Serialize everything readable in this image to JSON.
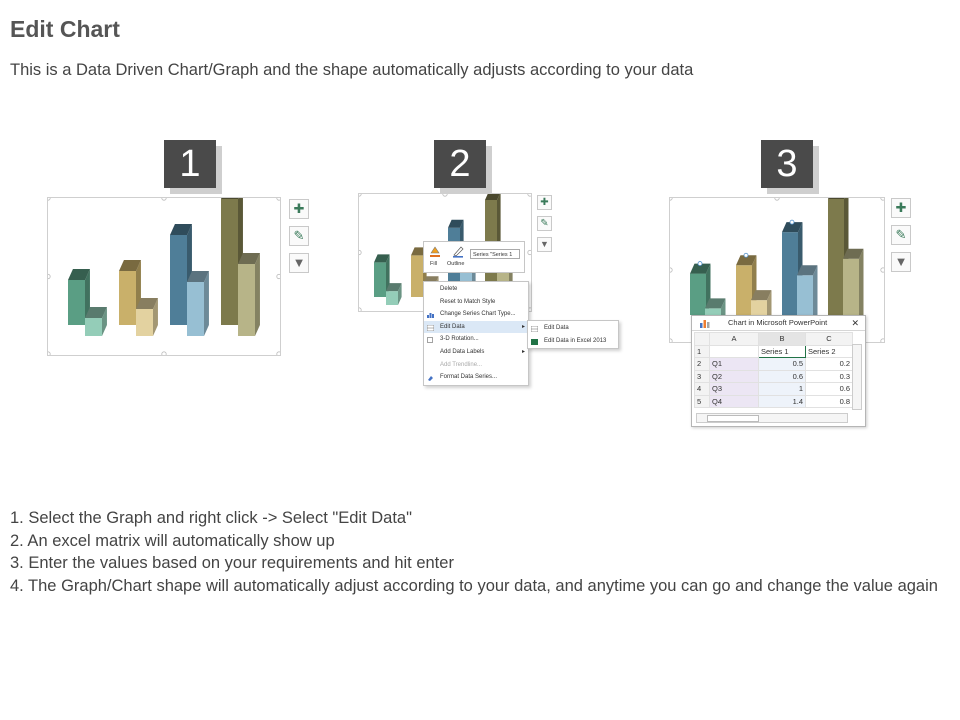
{
  "page": {
    "title": "Edit Chart",
    "subtitle": "This is a Data Driven Chart/Graph and the shape automatically adjusts according to your data"
  },
  "steps": [
    "1",
    "2",
    "3"
  ],
  "colors": {
    "series_a": [
      "#5a9e84",
      "#c9b06a",
      "#4f7e98",
      "#7d7a4c"
    ],
    "series_b": [
      "#94cdb8",
      "#e3d2a0",
      "#97bfd3",
      "#b7b488"
    ]
  },
  "chart_data": {
    "type": "bar",
    "categories": [
      "Q1",
      "Q2",
      "Q3",
      "Q4"
    ],
    "series": [
      {
        "name": "Series 1",
        "values": [
          0.5,
          0.6,
          1,
          1.4
        ]
      },
      {
        "name": "Series 2",
        "values": [
          0.2,
          0.3,
          0.6,
          0.8
        ]
      }
    ]
  },
  "chart_tools": {
    "add": "chart-elements-icon",
    "style": "chart-styles-icon",
    "filter": "chart-filter-icon"
  },
  "mini_toolbar": {
    "fill_label": "Fill",
    "outline_label": "Outline",
    "series_select": "Series \"Series 1"
  },
  "context_menu": {
    "items": [
      {
        "label": "Delete",
        "icon": ""
      },
      {
        "label": "Reset to Match Style",
        "icon": ""
      },
      {
        "label": "Change Series Chart Type...",
        "icon": "chart-type-icon"
      },
      {
        "label": "Edit Data",
        "icon": "edit-data-icon",
        "submenu": true
      },
      {
        "label": "3-D Rotation...",
        "icon": "rotation-icon"
      },
      {
        "label": "Add Data Labels",
        "icon": "",
        "submenu": true
      },
      {
        "label": "Add Trendline...",
        "icon": "",
        "disabled": true
      },
      {
        "label": "Format Data Series...",
        "icon": "format-icon"
      }
    ],
    "submenu": [
      "Edit Data",
      "Edit Data in Excel 2013"
    ]
  },
  "excel": {
    "title": "Chart in Microsoft PowerPoint",
    "columns": [
      "A",
      "B",
      "C"
    ],
    "header_row": [
      "",
      "Series 1",
      "Series 2"
    ],
    "rows": [
      {
        "num": "2",
        "cat": "Q1",
        "b": "0.5",
        "c": "0.2"
      },
      {
        "num": "3",
        "cat": "Q2",
        "b": "0.6",
        "c": "0.3"
      },
      {
        "num": "4",
        "cat": "Q3",
        "b": "1",
        "c": "0.6"
      },
      {
        "num": "5",
        "cat": "Q4",
        "b": "1.4",
        "c": "0.8"
      }
    ],
    "first_row_num": "1"
  },
  "instructions": [
    "1. Select the Graph and right click -> Select \"Edit Data\"",
    "2. An excel matrix will automatically show up",
    "3. Enter the values based on your requirements and hit enter",
    "4. The Graph/Chart shape will automatically adjust according to your data, and anytime you can go and change the value again"
  ]
}
